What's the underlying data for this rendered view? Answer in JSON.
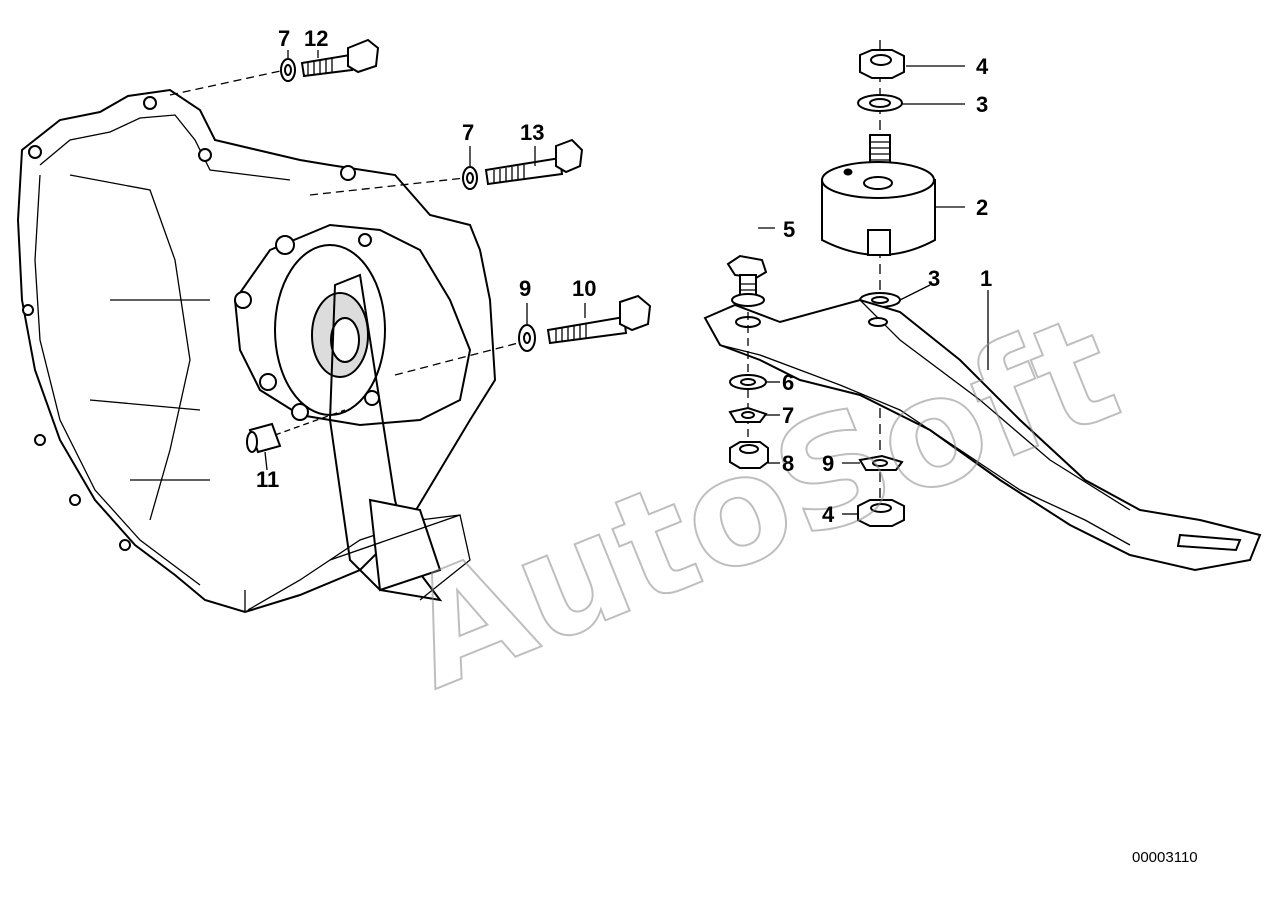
{
  "diagram": {
    "watermark": "AutoSoft",
    "drawing_number": "00003110",
    "callouts": [
      {
        "id": "c7a",
        "text": "7"
      },
      {
        "id": "c12",
        "text": "12"
      },
      {
        "id": "c7b",
        "text": "7"
      },
      {
        "id": "c13",
        "text": "13"
      },
      {
        "id": "c9a",
        "text": "9"
      },
      {
        "id": "c10",
        "text": "10"
      },
      {
        "id": "c11",
        "text": "11"
      },
      {
        "id": "c4a",
        "text": "4"
      },
      {
        "id": "c3a",
        "text": "3"
      },
      {
        "id": "c2",
        "text": "2"
      },
      {
        "id": "c5",
        "text": "5"
      },
      {
        "id": "c3b",
        "text": "3"
      },
      {
        "id": "c1",
        "text": "1"
      },
      {
        "id": "c6",
        "text": "6"
      },
      {
        "id": "c7c",
        "text": "7"
      },
      {
        "id": "c8",
        "text": "8"
      },
      {
        "id": "c9b",
        "text": "9"
      },
      {
        "id": "c4b",
        "text": "4"
      }
    ]
  }
}
